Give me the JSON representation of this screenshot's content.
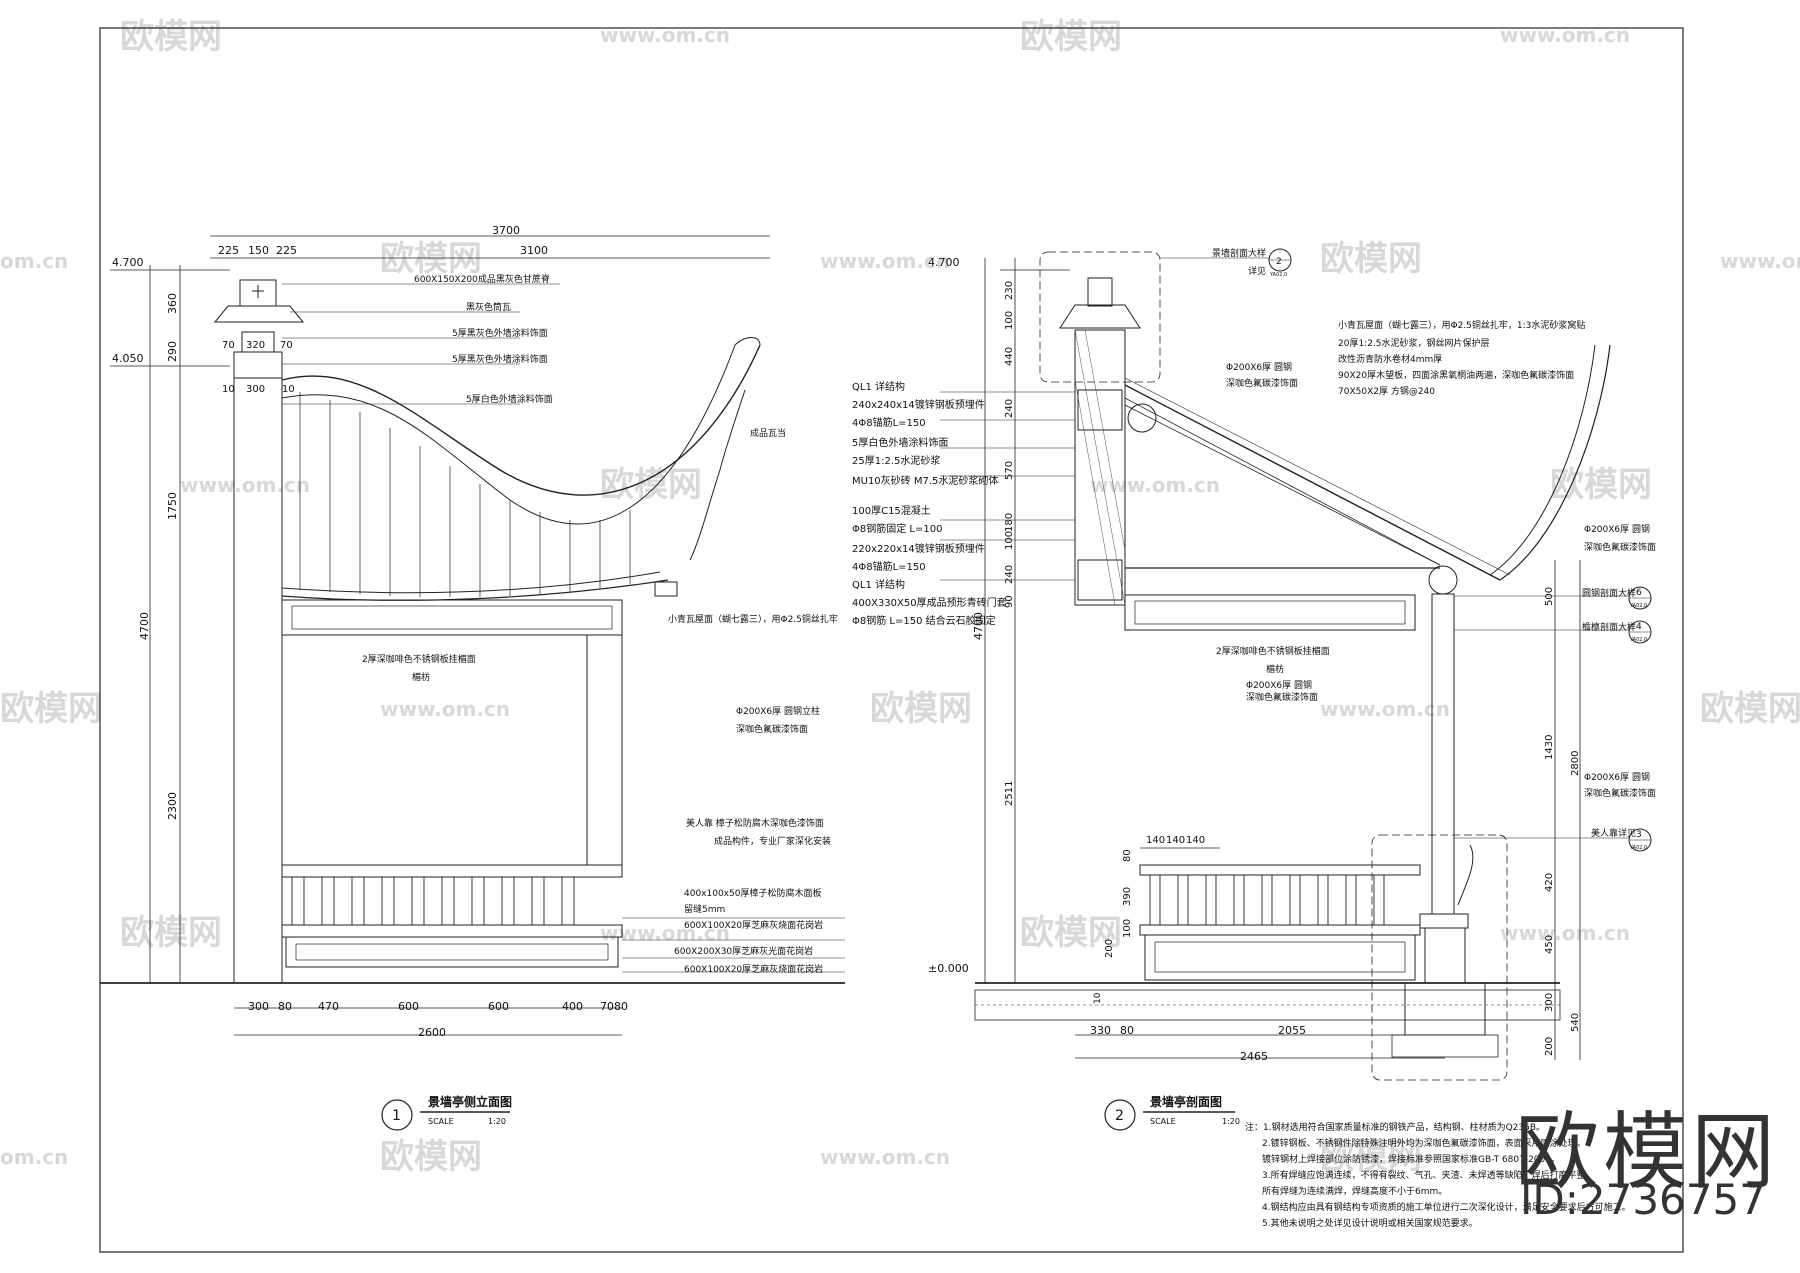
{
  "watermark": {
    "logo": "欧模网",
    "url": "www.om.cn",
    "url_short": "om.cn"
  },
  "brand": {
    "logo": "欧模网",
    "id": "ID:2736757"
  },
  "elevation": {
    "title": "景墙亭侧立面图",
    "number": "1",
    "scale_label": "SCALE",
    "scale": "1:20",
    "levels": [
      "4.700",
      "4.050"
    ],
    "dims_top": [
      "3700",
      "225",
      "150",
      "225",
      "3100",
      "70",
      "320",
      "70",
      "10",
      "300",
      "10"
    ],
    "dims_left": [
      "360",
      "290",
      "1750",
      "4700",
      "2300"
    ],
    "dims_bottom": [
      "300",
      "80",
      "470",
      "600",
      "600",
      "400",
      "70",
      "80",
      "2600"
    ],
    "notes": [
      "600X150X200成品黑灰色甘蔗脊",
      "黑灰色筒瓦",
      "5厚黑灰色外墙涂料饰面",
      "5厚黑灰色外墙涂料饰面",
      "5厚白色外墙涂料饰面",
      "成品瓦当",
      "小青瓦屋面（蝴七露三），用Φ2.5铜丝扎牢",
      "2厚深咖啡色不锈钢板挂楣面",
      "楣枋",
      "Φ200X6厚 圆钢立柱",
      "深咖色氟碳漆饰面",
      "美人靠  樟子松防腐木深咖色漆饰面",
      "成品构件，专业厂家深化安装",
      "400x100x50厚樟子松防腐木面板",
      "留缝5mm",
      "600X100X20厚芝麻灰烧面花岗岩",
      "600X200X30厚芝麻灰光面花岗岩",
      "600X100X20厚芝麻灰烧面花岗岩"
    ]
  },
  "section": {
    "title": "景墙亭剖面图",
    "number": "2",
    "scale_label": "SCALE",
    "scale": "1:20",
    "levels": [
      "4.700",
      "±0.000"
    ],
    "dims_left": [
      "230",
      "100",
      "440",
      "240",
      "570",
      "180",
      "100",
      "240",
      "90",
      "4700",
      "2511",
      "80",
      "390",
      "100",
      "200"
    ],
    "dims_right": [
      "500",
      "1430",
      "2800",
      "420",
      "450",
      "300",
      "200",
      "540"
    ],
    "dims_bench": [
      "140",
      "140",
      "140"
    ],
    "dims_bottom": [
      "330",
      "80",
      "2055",
      "2465",
      "10"
    ],
    "callouts_right": [
      {
        "label": "圆钢剖面大样",
        "num": "6",
        "ref": "YA02.0"
      },
      {
        "label": "檐檩剖面大样",
        "num": "4",
        "ref": "YA02.0"
      },
      {
        "label": "美人靠详见",
        "num": "3",
        "ref": "YA02.0"
      }
    ],
    "callout_top": {
      "label": "景墙剖面大样",
      "label2": "详见",
      "num": "2",
      "ref": "YA02.0"
    },
    "notes_left": [
      "QL1  详结构",
      "240x240x14镀锌钢板预埋件",
      "4Φ8锚筋L=150",
      "5厚白色外墙涂料饰面",
      "25厚1:2.5水泥砂浆",
      "MU10灰砂砖 M7.5水泥砂浆砌体",
      "100厚C15混凝土",
      "Φ8钢筋固定 L=100",
      "220x220x14镀锌钢板预埋件",
      "4Φ8锚筋L=150",
      "QL1  详结构",
      "400X330X50厚成品预形青砖门套",
      "Φ8钢筋 L=150  结合云石胶固定"
    ],
    "notes_top": [
      "小青瓦屋面（蝴七露三），用Φ2.5铜丝扎牢，1:3水泥砂浆窝贴",
      "20厚1:2.5水泥砂浆，钢丝网片保护层",
      "改性沥青防水卷材4mm厚",
      "90X20厚木望板，四面涂黑氧桐油两遍，深咖色氟碳漆饰面",
      "70X50X2厚  方钢@240"
    ],
    "notes_mid": [
      "Φ200X6厚  圆钢",
      "深咖色氟碳漆饰面",
      "Φ200X6厚  圆钢",
      "深咖色氟碳漆饰面",
      "2厚深咖啡色不锈钢板挂楣面",
      "楣枋",
      "Φ200X6厚  圆钢",
      "深咖色氟碳漆饰面",
      "Φ200X6厚  圆钢",
      "深咖色氟碳漆饰面"
    ]
  },
  "general_notes": [
    "注：1.钢材选用符合国家质量标准的钢铁产品，结构钢、柱材质为Q235B。",
    "2.镀锌钢板、不锈钢件除特殊注明外均为深咖色氟碳漆饰面，表面采用喷涂处理。",
    "  镀锌钢材上焊接部位涂防锈漆，焊接标准参照国家标准GB-T 6807-2001。",
    "3.所有焊缝应饱满连续，不得有裂纹、气孔、夹渣、未焊透等缺陷，焊后打磨平整。",
    "  所有焊缝为连续满焊，焊缝高度不小于6mm。",
    "4.钢结构应由具有钢结构专项资质的施工单位进行二次深化设计，满足安全要求后方可施工。",
    "5.其他未说明之处详见设计说明或相关国家规范要求。"
  ]
}
